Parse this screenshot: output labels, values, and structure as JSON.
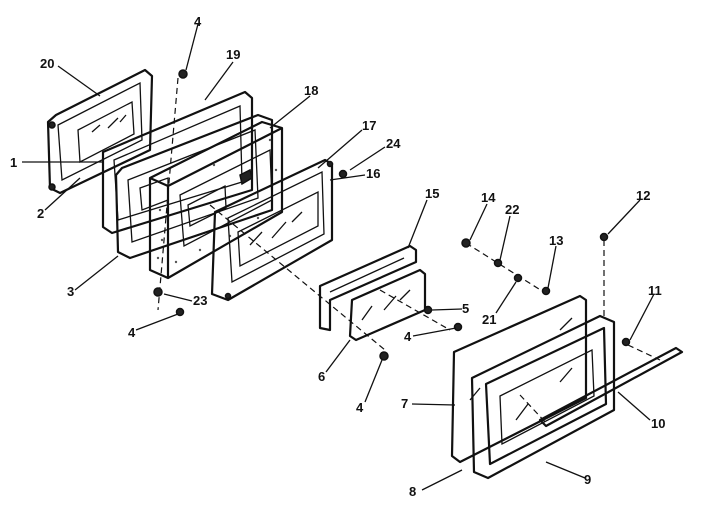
{
  "callouts": [
    "20",
    "19",
    "18",
    "17",
    "24",
    "16",
    "15",
    "14",
    "22",
    "12",
    "13",
    "21",
    "11",
    "10",
    "9",
    "8",
    "7",
    "6",
    "5",
    "4",
    "3",
    "2",
    "1",
    "23"
  ]
}
